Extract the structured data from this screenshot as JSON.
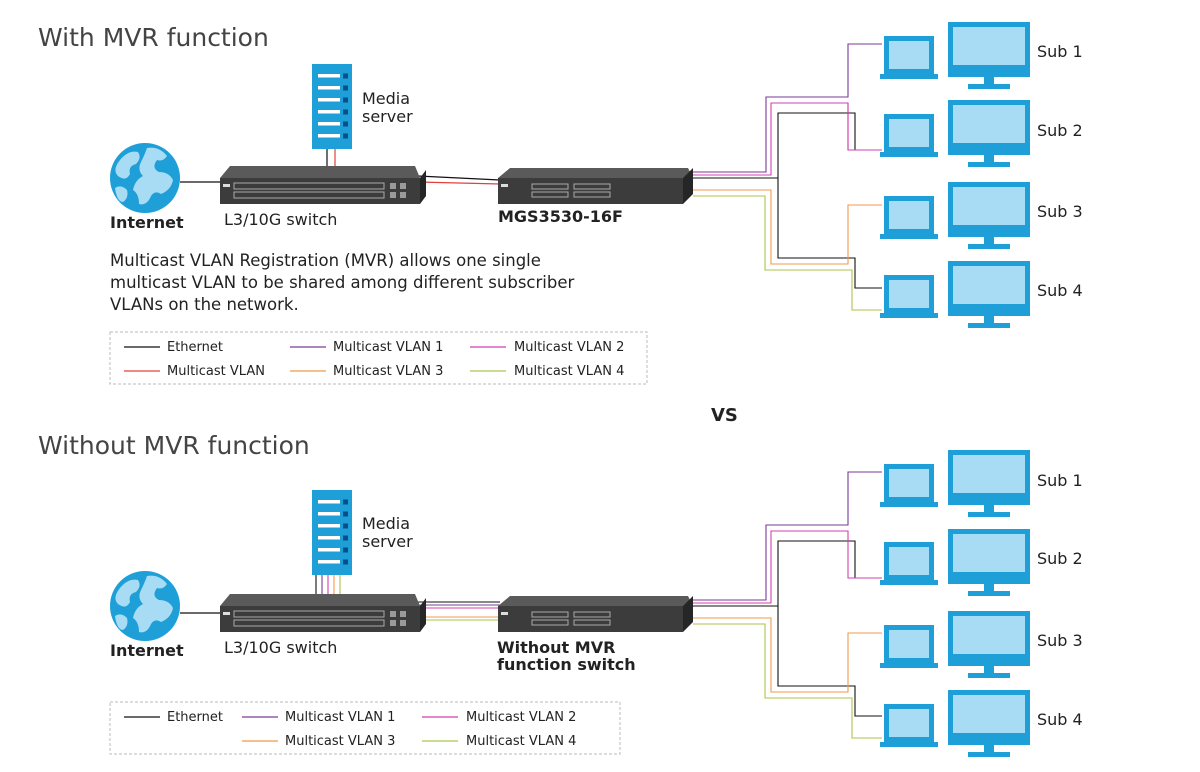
{
  "colors": {
    "ethernet": "#111111",
    "multicast_vlan": "#e2403c",
    "vlan1": "#7a3b96",
    "vlan2": "#d33fb0",
    "vlan3": "#f19a4a",
    "vlan4": "#a8c54b",
    "device_blue": "#1e9fd8",
    "screen_light": "#a8dcf5",
    "switch_dark": "#3c3c3c"
  },
  "top": {
    "title": "With MVR function",
    "media_server": [
      "Media",
      "server"
    ],
    "internet": "Internet",
    "core_switch": "L3/10G switch",
    "access_switch": [
      "MGS3530-16F"
    ],
    "description": [
      "Multicast VLAN Registration (MVR) allows one single",
      "multicast VLAN to be shared among different subscriber",
      "VLANs on the network."
    ],
    "subscribers": [
      "Sub 1",
      "Sub 2",
      "Sub 3",
      "Sub 4"
    ],
    "legend": [
      {
        "label": "Ethernet",
        "color": "#111111"
      },
      {
        "label": "Multicast VLAN 1",
        "color": "#7a3b96"
      },
      {
        "label": "Multicast VLAN 2",
        "color": "#d33fb0"
      },
      {
        "label": "Multicast VLAN",
        "color": "#e2403c"
      },
      {
        "label": "Multicast VLAN 3",
        "color": "#f19a4a"
      },
      {
        "label": "Multicast VLAN 4",
        "color": "#a8c54b"
      }
    ]
  },
  "vs": "VS",
  "bottom": {
    "title": "Without MVR function",
    "media_server": [
      "Media",
      "server"
    ],
    "internet": "Internet",
    "core_switch": "L3/10G switch",
    "access_switch": [
      "Without MVR",
      "function switch"
    ],
    "subscribers": [
      "Sub 1",
      "Sub 2",
      "Sub 3",
      "Sub 4"
    ],
    "legend": [
      {
        "label": "Ethernet",
        "color": "#111111"
      },
      {
        "label": "Multicast VLAN 1",
        "color": "#7a3b96"
      },
      {
        "label": "Multicast VLAN 2",
        "color": "#d33fb0"
      },
      {
        "label": "Multicast VLAN 3",
        "color": "#f19a4a"
      },
      {
        "label": "Multicast VLAN 4",
        "color": "#a8c54b"
      }
    ]
  }
}
